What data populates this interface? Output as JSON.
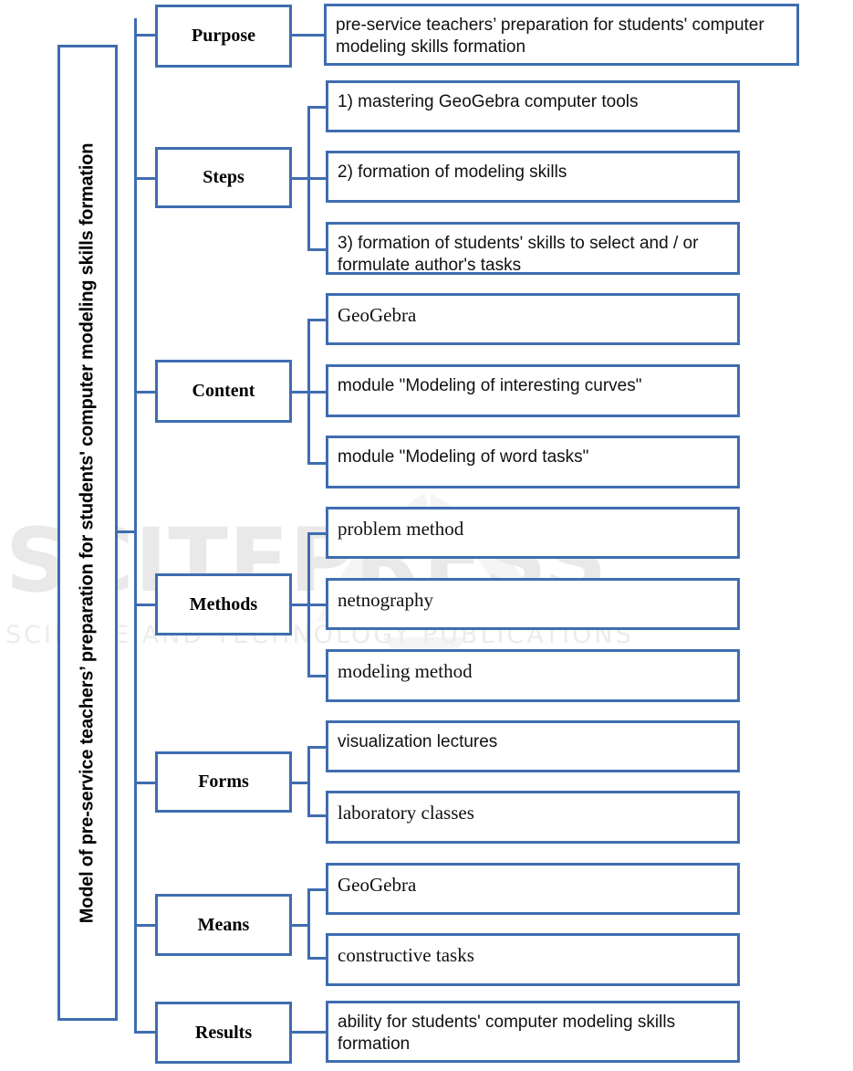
{
  "diagram": {
    "root": {
      "label": "Model of pre-service teachers’ preparation for students' computer modeling skills formation"
    },
    "watermark": {
      "main": "SCITEPRESS",
      "sub": "SCIENCE AND TECHNOLOGY PUBLICATIONS"
    },
    "colors": {
      "border": "#3f6db0",
      "text": "#000000",
      "background": "#ffffff",
      "watermark": "#e9e9e9"
    },
    "categories": [
      {
        "key": "purpose",
        "label": "Purpose",
        "items": [
          "pre-service teachers’ preparation for students' computer modeling skills formation"
        ]
      },
      {
        "key": "steps",
        "label": "Steps",
        "items": [
          "1) mastering GeoGebra computer tools",
          "2) formation of modeling skills",
          "3) formation of students' skills to select and / or formulate author's tasks"
        ]
      },
      {
        "key": "content",
        "label": "Content",
        "items": [
          "GeoGebra",
          "module \"Modeling of interesting curves\"",
          "module \"Modeling of word tasks\""
        ]
      },
      {
        "key": "methods",
        "label": "Methods",
        "items": [
          "problem method",
          "netnography",
          "modeling method"
        ]
      },
      {
        "key": "forms",
        "label": "Forms",
        "items": [
          "visualization lectures",
          "laboratory classes"
        ]
      },
      {
        "key": "means",
        "label": "Means",
        "items": [
          "GeoGebra",
          "constructive tasks"
        ]
      },
      {
        "key": "results",
        "label": "Results",
        "items": [
          "ability for students' computer modeling skills formation"
        ]
      }
    ]
  }
}
